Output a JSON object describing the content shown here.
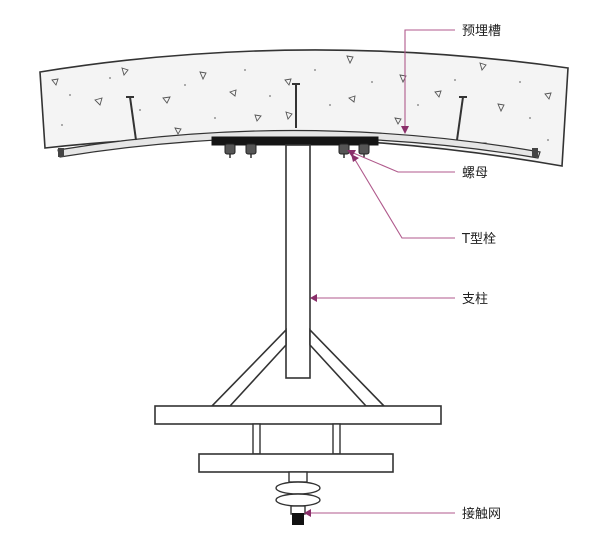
{
  "labels": {
    "embedded_channel": "预埋槽",
    "nut": "螺母",
    "t_bolt": "T型栓",
    "strut": "支柱",
    "contact_network": "接触网"
  },
  "colors": {
    "line": "#333333",
    "concrete_fill": "#f4f4f4",
    "leader": "#b05a8c",
    "leader_arrow": "#8a2f6a",
    "plate_fill": "#151515"
  }
}
